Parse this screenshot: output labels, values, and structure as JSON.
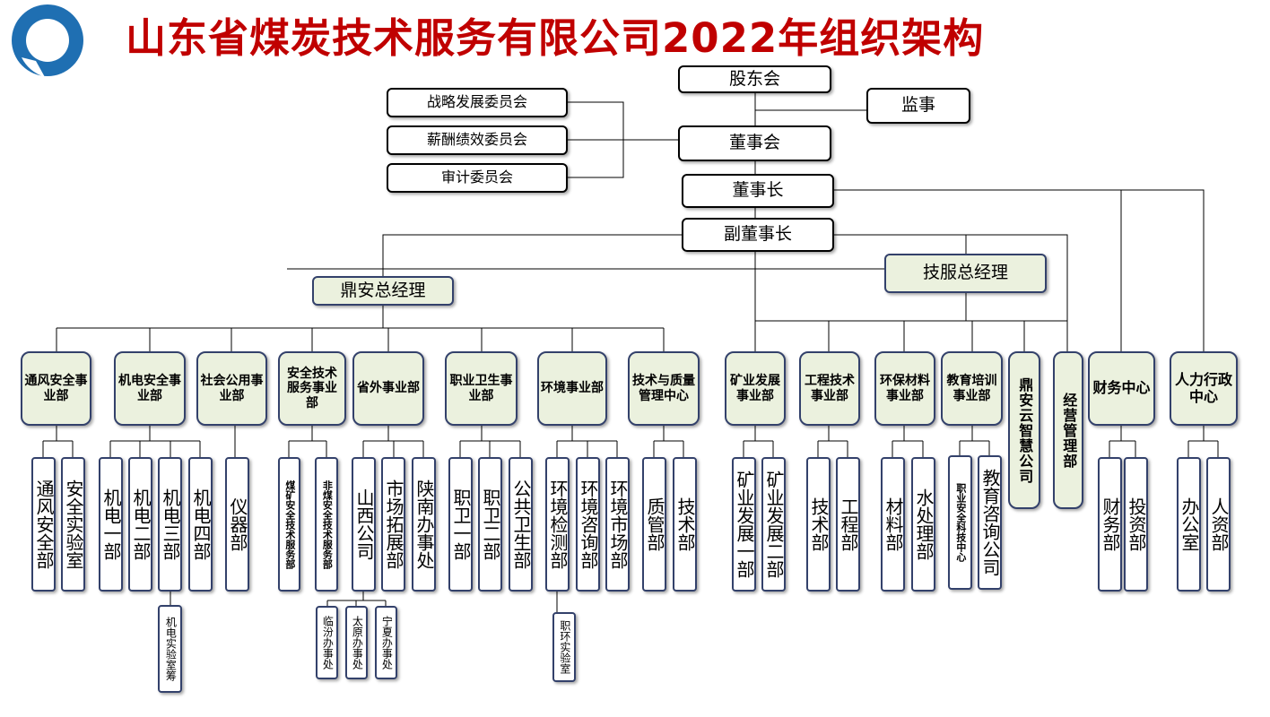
{
  "title": "山东省煤炭技术服务有限公司2022年组织架构",
  "colors": {
    "title": "#c00000",
    "logo_blue": "#1f6fb2",
    "dept_fill": "#ebf1de",
    "dept_border": "#33416b"
  },
  "governance": {
    "shareholders": "股东会",
    "supervisor": "监事",
    "board": "董事会",
    "chairman": "董事长",
    "vice_chairman": "副董事长"
  },
  "committees": [
    "战略发展委员会",
    "薪酬绩效委员会",
    "审计委员会"
  ],
  "managers": {
    "dingan": "鼎安总经理",
    "jifu": "技服总经理"
  },
  "departments": [
    {
      "name": "通风安全事业部",
      "units": [
        "通风安全部",
        "安全实验室"
      ]
    },
    {
      "name": "机电安全事业部",
      "units": [
        "机电一部",
        "机电二部",
        "机电三部",
        "机电四部"
      ],
      "sub": [
        "机电实验室筹"
      ]
    },
    {
      "name": "社会公用事业部",
      "units": [
        "仪器部"
      ]
    },
    {
      "name": "安全技术服务事业部",
      "units": [
        "煤矿安全技术服务部",
        "非煤安全技术服务部"
      ]
    },
    {
      "name": "省外事业部",
      "units": [
        "山西公司",
        "市场拓展部",
        "陕南办事处"
      ],
      "sub": [
        "临汾办事处",
        "太原办事处",
        "宁夏办事处"
      ]
    },
    {
      "name": "职业卫生事业部",
      "units": [
        "职卫一部",
        "职卫二部",
        "公共卫生部"
      ]
    },
    {
      "name": "环境事业部",
      "units": [
        "环境检测部",
        "环境咨询部",
        "环境市场部"
      ],
      "sub": [
        "职环实验室"
      ]
    },
    {
      "name": "技术与质量管理中心",
      "units": [
        "质管部",
        "技术部"
      ]
    },
    {
      "name": "矿业发展事业部",
      "units": [
        "矿业发展一部",
        "矿业发展二部"
      ]
    },
    {
      "name": "工程技术事业部",
      "units": [
        "技术部",
        "工程部"
      ]
    },
    {
      "name": "环保材料事业部",
      "units": [
        "材料部",
        "水处理部"
      ]
    },
    {
      "name": "教育培训事业部",
      "units": [
        "职业安全科技中心",
        "教育咨询公司"
      ]
    },
    {
      "name": "鼎安云智慧公司",
      "units": []
    },
    {
      "name": "经营管理部",
      "units": []
    },
    {
      "name": "财务中心",
      "units": [
        "财务部",
        "投资部"
      ]
    },
    {
      "name": "人力行政中心",
      "units": [
        "办公室",
        "人资部"
      ]
    }
  ]
}
